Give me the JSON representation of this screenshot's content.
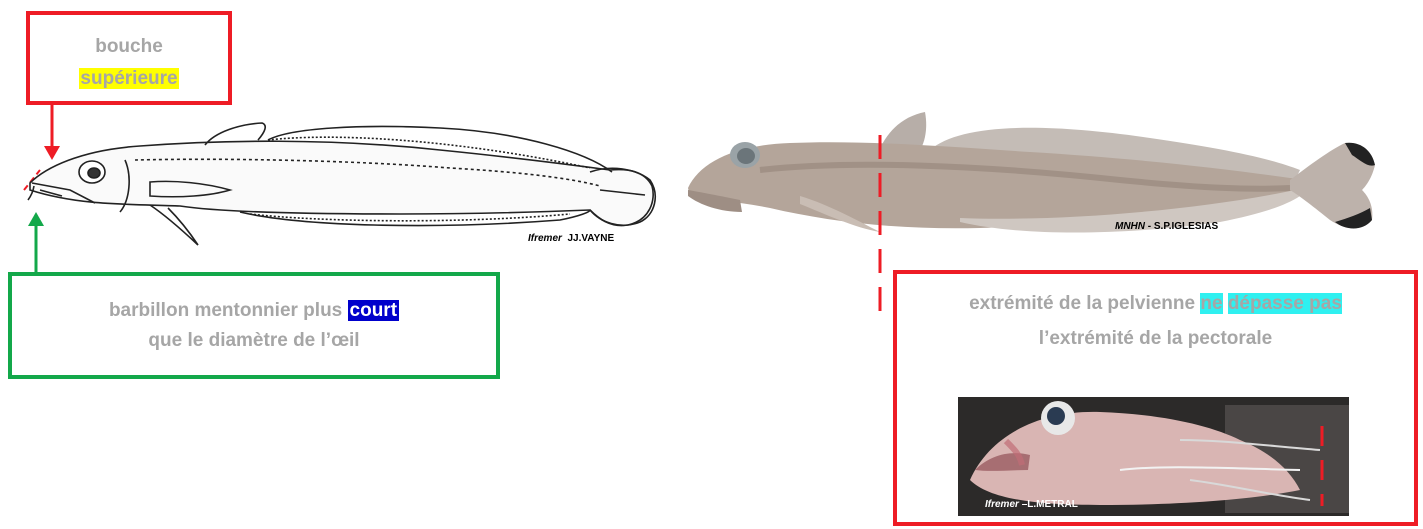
{
  "colors": {
    "red_box": "#ee1c25",
    "green_box": "#13a84a",
    "label_gray": "#a6a6a6",
    "highlight_yellow": "#ffff00",
    "highlight_blue": "#0000cc",
    "highlight_cyan": "#2ff0f0"
  },
  "mouth_box": {
    "line1": "bouche",
    "highlight": "supérieure"
  },
  "barbel_box": {
    "text_before": "barbillon mentonnier plus",
    "highlight": "court",
    "text_after": "que le diamètre de l’œil"
  },
  "pelvic_box": {
    "text_before": "extrémité de la pelvienne",
    "highlight_a": "ne",
    "highlight_b": "dépasse pas",
    "text_after": "l’extrémité de la pectorale"
  },
  "credits": {
    "drawing_org": "Ifremer",
    "drawing_author": "JJ.VAYNE",
    "photo_org": "MNHN",
    "photo_author": "- S.P.IGLESIAS",
    "inset_org": "Ifremer",
    "inset_author": "–L.METRAL"
  }
}
